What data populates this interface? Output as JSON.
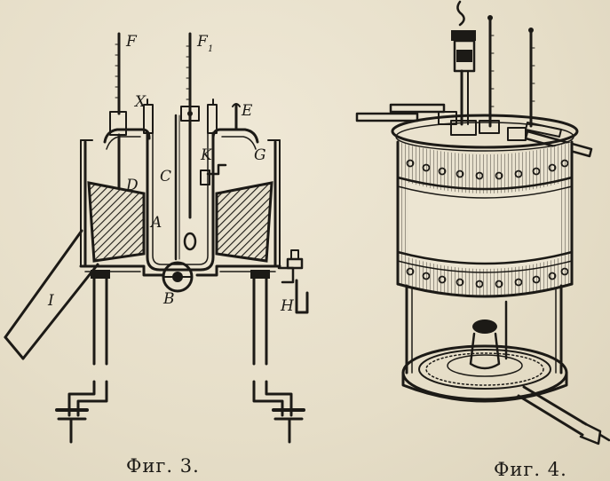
{
  "figure3": {
    "caption": "Фиг. 3.",
    "labels": {
      "F": "F",
      "F1_main": "F",
      "F1_sub": "1",
      "X": "X",
      "E": "E",
      "G": "G",
      "D": "D",
      "C": "C",
      "K": "K",
      "A": "A",
      "B": "B",
      "I": "I",
      "H": "H"
    }
  },
  "figure4": {
    "caption": "Фиг. 4."
  },
  "colors": {
    "paper": "#e9e2cf",
    "ink": "#1c1a16"
  }
}
